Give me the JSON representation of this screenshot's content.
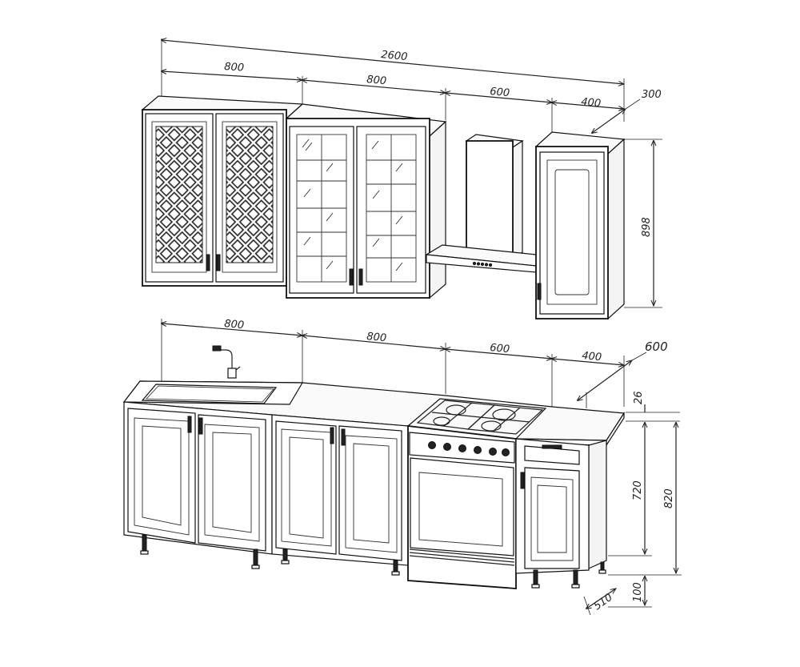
{
  "dimensions": {
    "upper": {
      "total_width": "2600",
      "wall_left": "800",
      "wall_glass": "800",
      "hood": "600",
      "column": "400",
      "depth": "300",
      "height": "898"
    },
    "lower": {
      "sink": "800",
      "cabinet": "800",
      "stove": "600",
      "narrow": "400",
      "depth": "600",
      "countertop": "26",
      "cabinet_height": "720",
      "total_height": "820",
      "legs": "100",
      "plinth_depth": "510"
    }
  },
  "colors": {
    "line": "#111111",
    "background": "#ffffff"
  }
}
